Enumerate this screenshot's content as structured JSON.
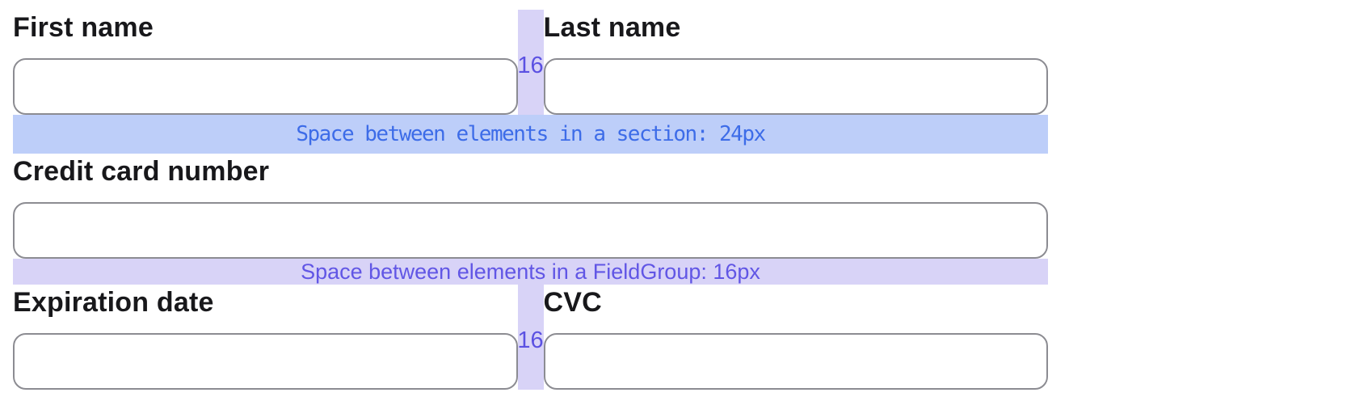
{
  "form": {
    "rows": [
      {
        "type": "pair",
        "gap_label": "16",
        "fields": [
          {
            "label": "First name",
            "value": "",
            "placeholder": ""
          },
          {
            "label": "Last name",
            "value": "",
            "placeholder": ""
          }
        ]
      },
      {
        "type": "single",
        "fields": [
          {
            "label": "Credit card number",
            "value": "",
            "placeholder": ""
          }
        ]
      },
      {
        "type": "pair",
        "gap_label": "16",
        "fields": [
          {
            "label": "Expiration date",
            "value": "",
            "placeholder": ""
          },
          {
            "label": "CVC",
            "value": "",
            "placeholder": ""
          }
        ]
      }
    ]
  },
  "annotations": {
    "section_spacing": "Space between elements in a section: 24px",
    "field_group_spacing": "Space between elements in a FieldGroup: 16px"
  },
  "colors": {
    "section_band_bg": "#bdcef9",
    "section_band_text": "#3d6ce8",
    "group_band_bg": "#d8d3f7",
    "group_band_text": "#6156e5",
    "gutter_bg": "#d8d3f7",
    "gutter_text": "#5b51e2",
    "input_border": "#8c8c92",
    "label_text": "#18181b"
  }
}
